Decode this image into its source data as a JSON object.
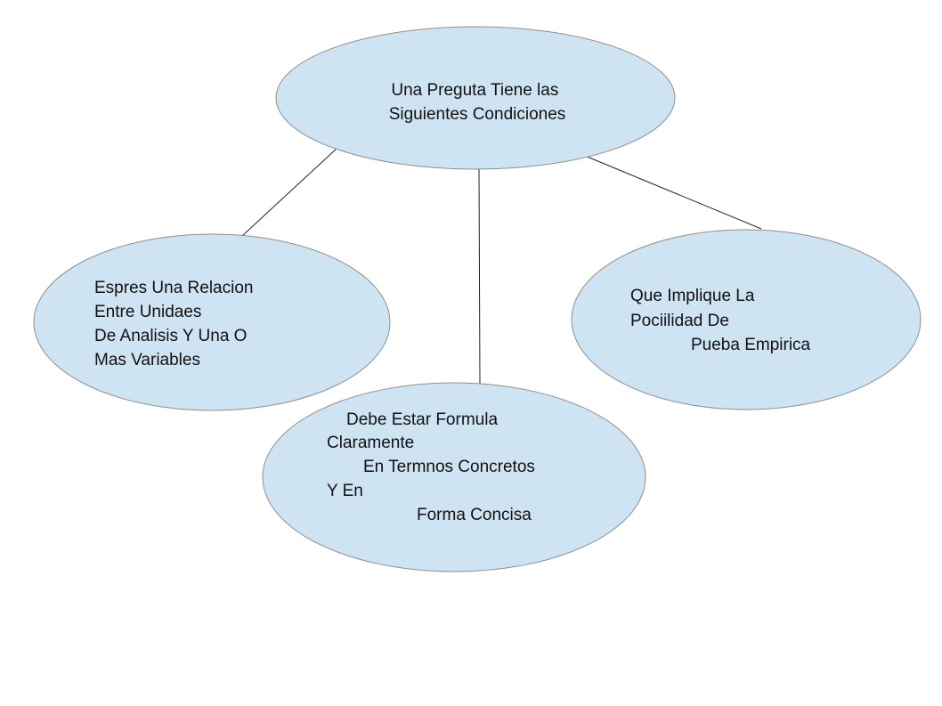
{
  "colors": {
    "node_fill": "#cfe4f3",
    "node_stroke": "#8f8f8f",
    "connector": "#222222",
    "text": "#111111"
  },
  "diagram": {
    "root": {
      "lines": [
        "Una Preguta Tiene las",
        "Siguientes Condiciones"
      ]
    },
    "left": {
      "lines": [
        "Espres Una Relacion",
        "Entre Unidaes",
        "De Analisis Y Una O",
        "Mas Variables"
      ]
    },
    "center": {
      "lines": [
        "Debe Estar Formula",
        "Claramente",
        "En Termnos Concretos",
        "Y En",
        "Forma Concisa"
      ]
    },
    "right": {
      "lines": [
        "Que Implique La",
        "Pociilidad De",
        "Pueba Empirica"
      ]
    }
  }
}
